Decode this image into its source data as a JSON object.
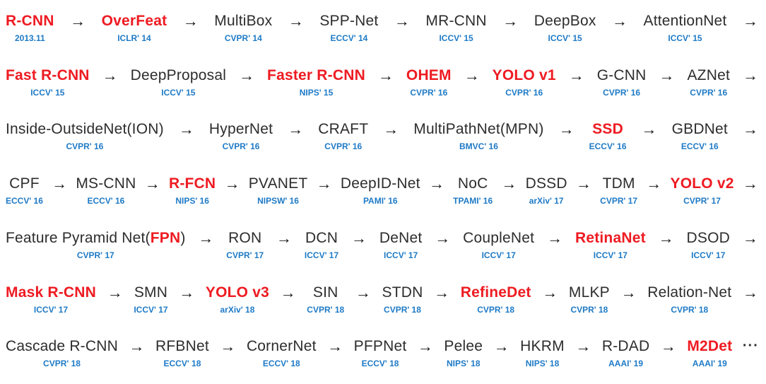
{
  "title": "Object detection network timeline",
  "colors": {
    "red_highlight": "#ee1b22",
    "black_text": "#2d2d2d",
    "blue_venue": "#1e7ac6",
    "arrow": "#151515",
    "background": "#ffffff"
  },
  "arrow_glyph": "→",
  "rows": [
    {
      "items": [
        {
          "segments": [
            {
              "text": "R-CNN",
              "red": true
            }
          ],
          "venue": "2013.11"
        },
        {
          "segments": [
            {
              "text": "OverFeat",
              "red": true
            }
          ],
          "venue": "ICLR' 14"
        },
        {
          "segments": [
            {
              "text": "MultiBox",
              "red": false
            }
          ],
          "venue": "CVPR' 14"
        },
        {
          "segments": [
            {
              "text": "SPP-Net",
              "red": false
            }
          ],
          "venue": "ECCV' 14"
        },
        {
          "segments": [
            {
              "text": "MR-CNN",
              "red": false
            }
          ],
          "venue": "ICCV' 15"
        },
        {
          "segments": [
            {
              "text": "DeepBox",
              "red": false
            }
          ],
          "venue": "ICCV' 15"
        },
        {
          "segments": [
            {
              "text": "AttentionNet",
              "red": false
            }
          ],
          "venue": "ICCV' 15"
        }
      ],
      "trailing": "→"
    },
    {
      "items": [
        {
          "segments": [
            {
              "text": "Fast R-CNN",
              "red": true
            }
          ],
          "venue": "ICCV' 15"
        },
        {
          "segments": [
            {
              "text": "DeepProposal",
              "red": false
            }
          ],
          "venue": "ICCV' 15"
        },
        {
          "segments": [
            {
              "text": "Faster R-CNN",
              "red": true
            }
          ],
          "venue": "NIPS' 15"
        },
        {
          "segments": [
            {
              "text": "OHEM",
              "red": true
            }
          ],
          "venue": "CVPR' 16"
        },
        {
          "segments": [
            {
              "text": "YOLO v1",
              "red": true
            }
          ],
          "venue": "CVPR' 16"
        },
        {
          "segments": [
            {
              "text": "G-CNN",
              "red": false
            }
          ],
          "venue": "CVPR' 16"
        },
        {
          "segments": [
            {
              "text": "AZNet",
              "red": false
            }
          ],
          "venue": "CVPR' 16"
        }
      ],
      "trailing": "→"
    },
    {
      "items": [
        {
          "segments": [
            {
              "text": "Inside-OutsideNet(ION)",
              "red": false
            }
          ],
          "venue": "CVPR' 16"
        },
        {
          "segments": [
            {
              "text": "HyperNet",
              "red": false
            }
          ],
          "venue": "CVPR' 16"
        },
        {
          "segments": [
            {
              "text": "CRAFT",
              "red": false
            }
          ],
          "venue": "CVPR' 16"
        },
        {
          "segments": [
            {
              "text": "MultiPathNet(MPN)",
              "red": false
            }
          ],
          "venue": "BMVC' 16"
        },
        {
          "segments": [
            {
              "text": "SSD",
              "red": true
            }
          ],
          "venue": "ECCV' 16"
        },
        {
          "segments": [
            {
              "text": "GBDNet",
              "red": false
            }
          ],
          "venue": "ECCV' 16"
        }
      ],
      "trailing": "→"
    },
    {
      "items": [
        {
          "segments": [
            {
              "text": "CPF",
              "red": false
            }
          ],
          "venue": "ECCV' 16"
        },
        {
          "segments": [
            {
              "text": "MS-CNN",
              "red": false
            }
          ],
          "venue": "ECCV' 16"
        },
        {
          "segments": [
            {
              "text": "R-FCN",
              "red": true
            }
          ],
          "venue": "NIPS' 16"
        },
        {
          "segments": [
            {
              "text": "PVANET",
              "red": false
            }
          ],
          "venue": "NIPSW' 16"
        },
        {
          "segments": [
            {
              "text": "DeepID-Net",
              "red": false
            }
          ],
          "venue": "PAMI' 16"
        },
        {
          "segments": [
            {
              "text": "NoC",
              "red": false
            }
          ],
          "venue": "TPAMI' 16"
        },
        {
          "segments": [
            {
              "text": "DSSD",
              "red": false
            }
          ],
          "venue": "arXiv' 17"
        },
        {
          "segments": [
            {
              "text": "TDM",
              "red": false
            }
          ],
          "venue": "CVPR' 17"
        },
        {
          "segments": [
            {
              "text": "YOLO v2",
              "red": true
            }
          ],
          "venue": "CVPR' 17"
        }
      ],
      "trailing": "→"
    },
    {
      "items": [
        {
          "segments": [
            {
              "text": "Feature Pyramid Net(",
              "red": false
            },
            {
              "text": "FPN",
              "red": true
            },
            {
              "text": ")",
              "red": false
            }
          ],
          "venue": "CVPR' 17"
        },
        {
          "segments": [
            {
              "text": "RON",
              "red": false
            }
          ],
          "venue": "CVPR' 17"
        },
        {
          "segments": [
            {
              "text": "DCN",
              "red": false
            }
          ],
          "venue": "ICCV' 17"
        },
        {
          "segments": [
            {
              "text": "DeNet",
              "red": false
            }
          ],
          "venue": "ICCV' 17"
        },
        {
          "segments": [
            {
              "text": "CoupleNet",
              "red": false
            }
          ],
          "venue": "ICCV' 17"
        },
        {
          "segments": [
            {
              "text": "RetinaNet",
              "red": true
            }
          ],
          "venue": "ICCV' 17"
        },
        {
          "segments": [
            {
              "text": "DSOD",
              "red": false
            }
          ],
          "venue": "ICCV' 17"
        }
      ],
      "trailing": "→"
    },
    {
      "items": [
        {
          "segments": [
            {
              "text": "Mask R-CNN",
              "red": true
            }
          ],
          "venue": "ICCV' 17"
        },
        {
          "segments": [
            {
              "text": "SMN",
              "red": false
            }
          ],
          "venue": "ICCV' 17"
        },
        {
          "segments": [
            {
              "text": "YOLO v3",
              "red": true
            }
          ],
          "venue": "arXiv' 18"
        },
        {
          "segments": [
            {
              "text": "SIN",
              "red": false
            }
          ],
          "venue": "CVPR' 18"
        },
        {
          "segments": [
            {
              "text": "STDN",
              "red": false
            }
          ],
          "venue": "CVPR' 18"
        },
        {
          "segments": [
            {
              "text": "RefineDet",
              "red": true
            }
          ],
          "venue": "CVPR' 18"
        },
        {
          "segments": [
            {
              "text": "MLKP",
              "red": false
            }
          ],
          "venue": "CVPR' 18"
        },
        {
          "segments": [
            {
              "text": "Relation-Net",
              "red": false
            }
          ],
          "venue": "CVPR' 18"
        }
      ],
      "trailing": "→"
    },
    {
      "items": [
        {
          "segments": [
            {
              "text": "Cascade R-CNN",
              "red": false
            }
          ],
          "venue": "CVPR' 18"
        },
        {
          "segments": [
            {
              "text": "RFBNet",
              "red": false
            }
          ],
          "venue": "ECCV' 18"
        },
        {
          "segments": [
            {
              "text": "CornerNet",
              "red": false
            }
          ],
          "venue": "ECCV' 18"
        },
        {
          "segments": [
            {
              "text": "PFPNet",
              "red": false
            }
          ],
          "venue": "ECCV' 18"
        },
        {
          "segments": [
            {
              "text": "Pelee",
              "red": false
            }
          ],
          "venue": "NIPS' 18"
        },
        {
          "segments": [
            {
              "text": "HKRM",
              "red": false
            }
          ],
          "venue": "NIPS' 18"
        },
        {
          "segments": [
            {
              "text": "R-DAD",
              "red": false
            }
          ],
          "venue": "AAAI' 19"
        },
        {
          "segments": [
            {
              "text": "M2Det",
              "red": true
            }
          ],
          "venue": "AAAI' 19"
        }
      ],
      "trailing": "···"
    }
  ]
}
